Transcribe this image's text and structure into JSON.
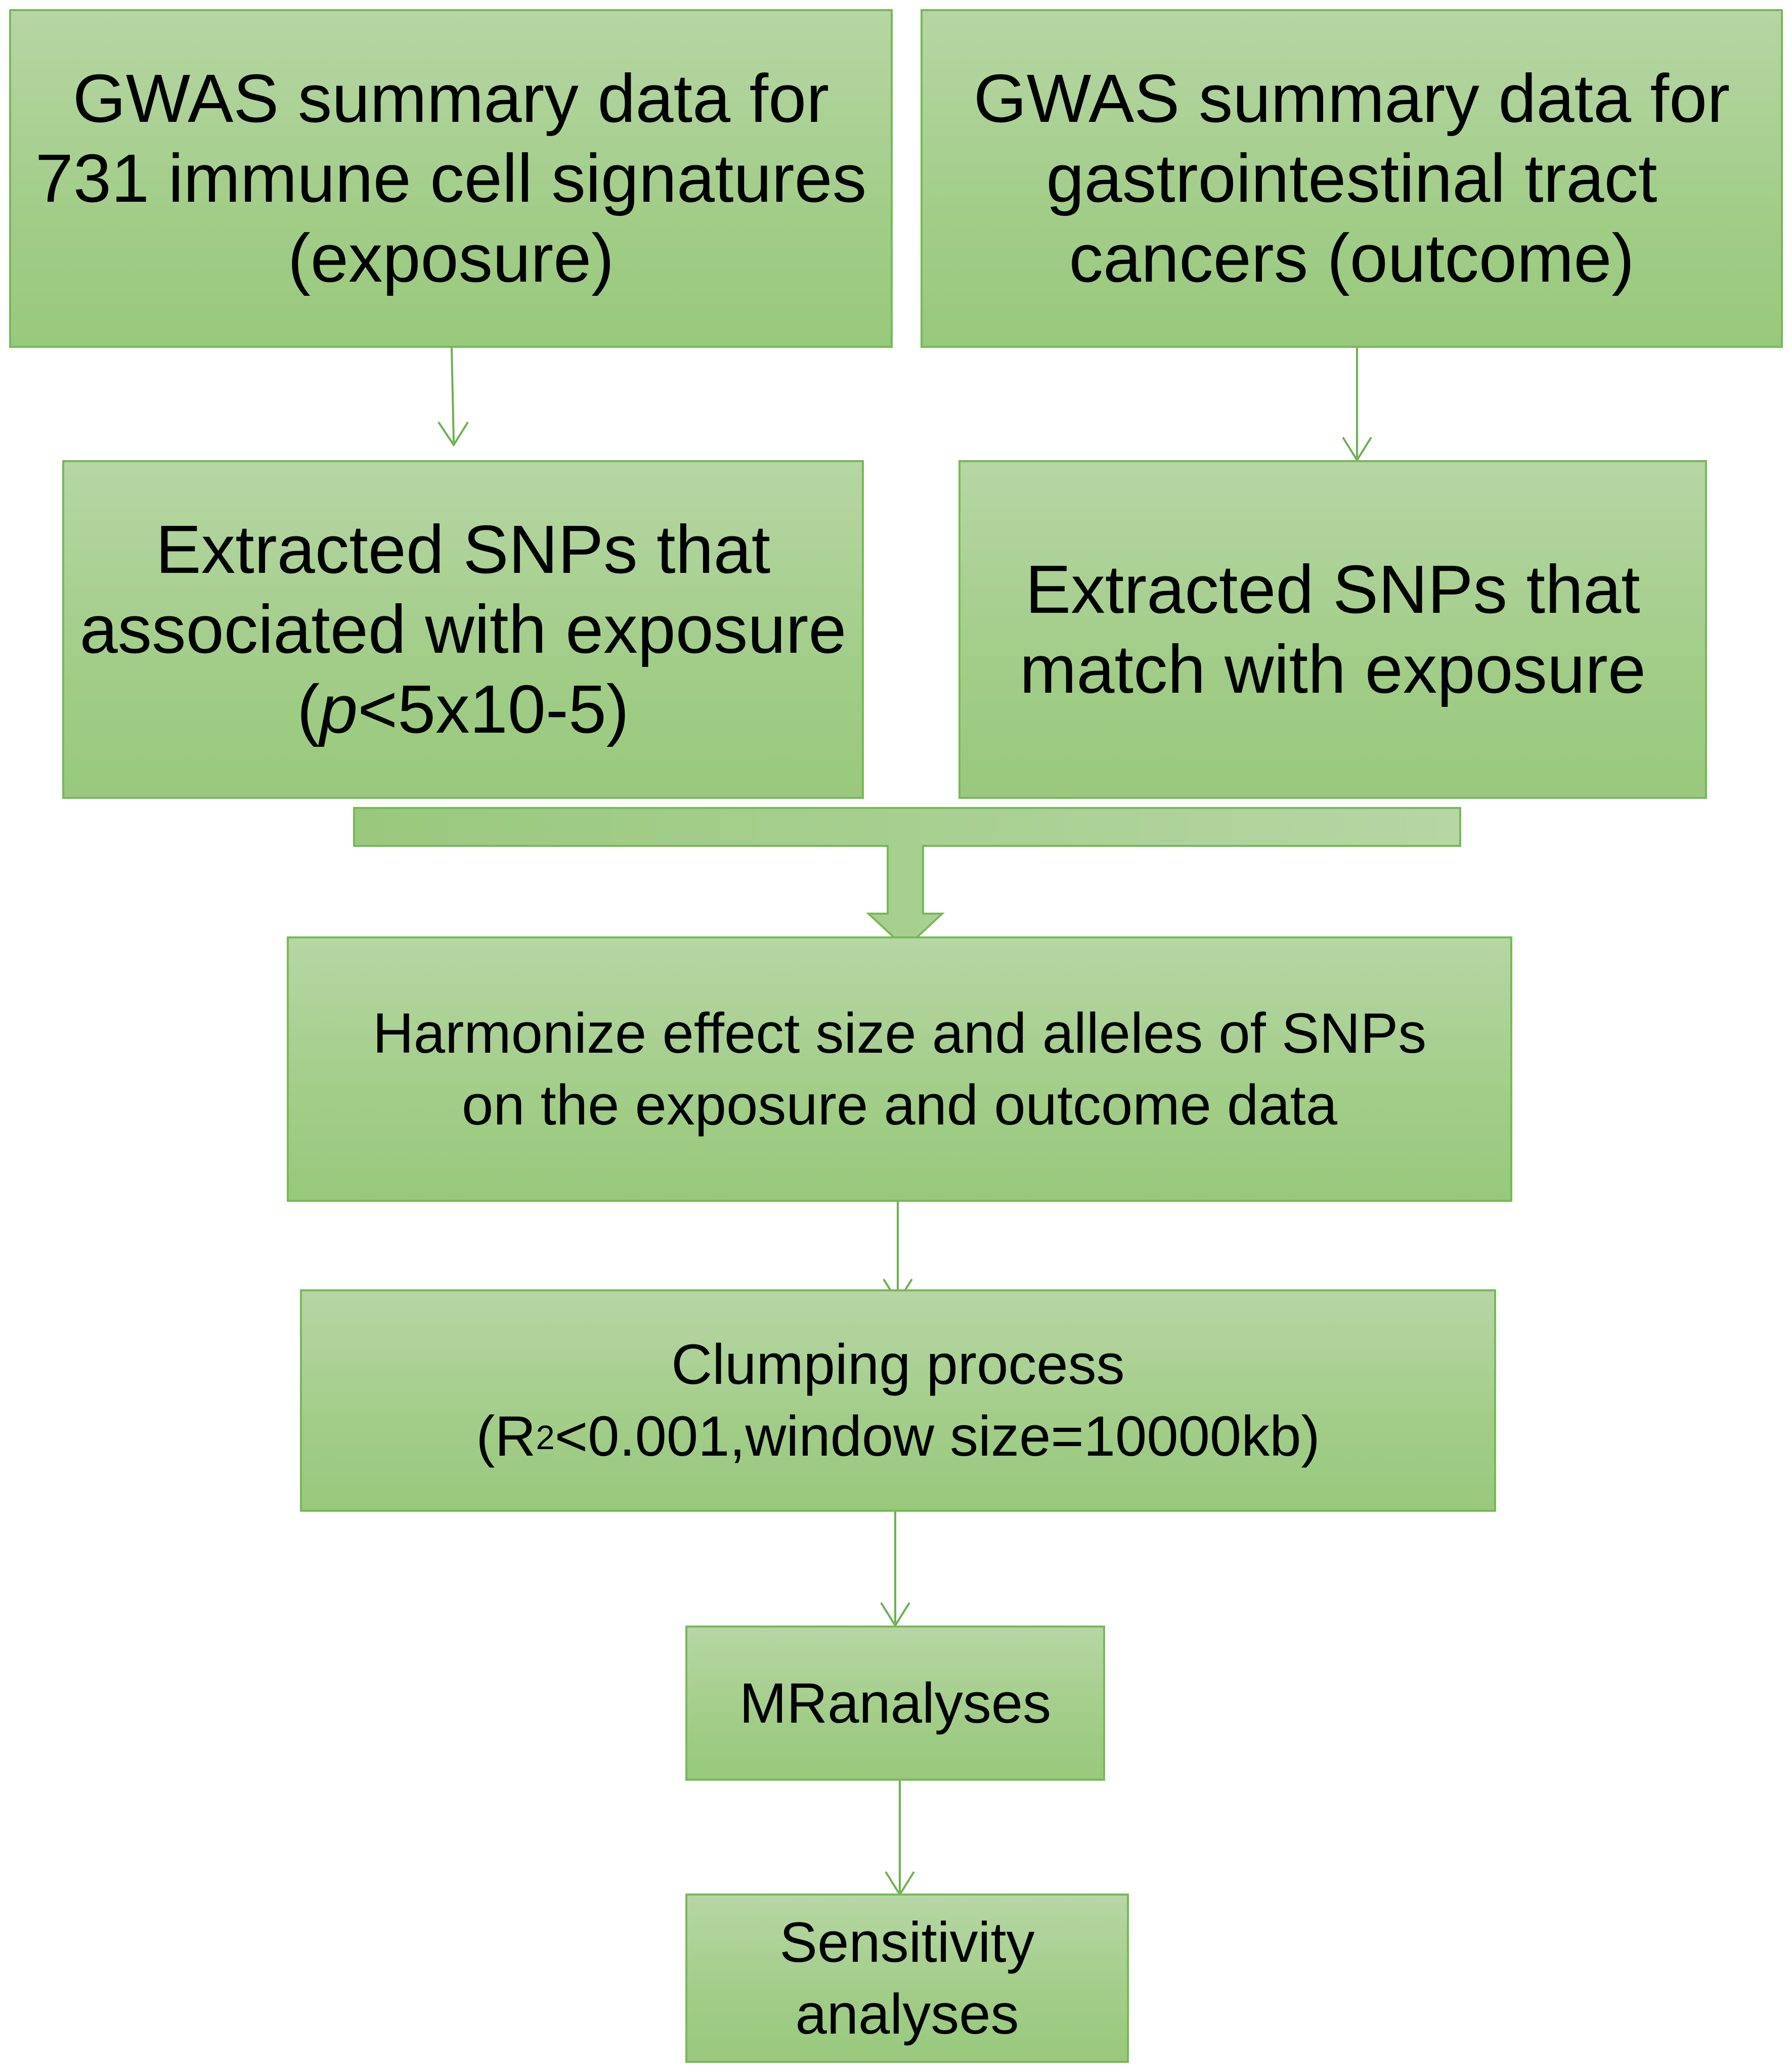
{
  "colors": {
    "box_fill_top": "#b6d6a4",
    "box_fill_bottom": "#98c97c",
    "box_border": "#78b85a",
    "arrow": "#6db04f"
  },
  "boxes": {
    "gwas_exposure": "GWAS summary data for\n731 immune cell signatures\n(exposure)",
    "gwas_outcome": "GWAS summary data for\ngastrointestinal tract\ncancers (outcome)",
    "extract_exposure_line1": "Extracted SNPs that",
    "extract_exposure_line2": "associated with exposure",
    "extract_exposure_p": "p",
    "extract_exposure_threshold": "<5x10-5)",
    "extract_exposure_open": "(",
    "extract_outcome": "Extracted SNPs that\nmatch with exposure",
    "harmonize": "Harmonize effect size and alleles of SNPs\non the exposure and outcome data",
    "clumping_line1": "Clumping process",
    "clumping_open": "(R",
    "clumping_sup": "2",
    "clumping_rest": "<0.001,window size=10000kb)",
    "mr": "MRanalyses",
    "sensitivity": "Sensitivity\nanalyses"
  }
}
